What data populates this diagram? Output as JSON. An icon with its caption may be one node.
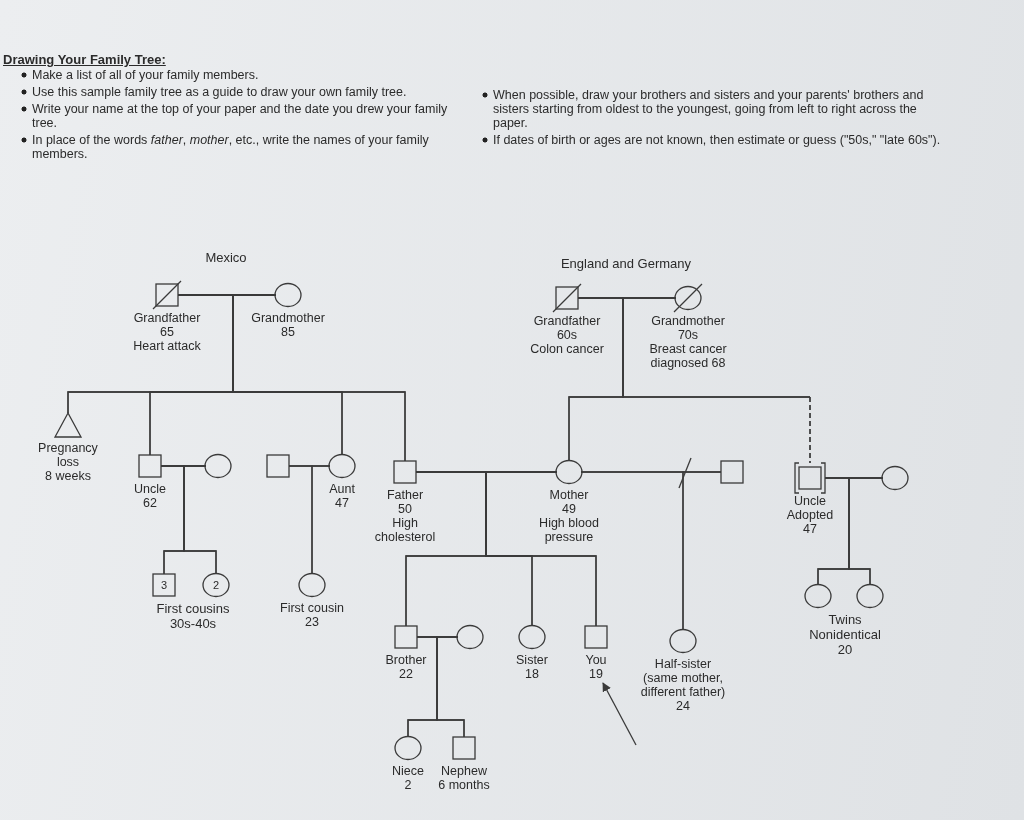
{
  "diagram": {
    "title": "Drawing Your Family Tree:",
    "nodes": [
      {
        "text": [
          "Grandfather",
          "65",
          "Heart attack"
        ]
      },
      {
        "text": [
          "Grandmother",
          "85"
        ]
      },
      {
        "text": [
          "Grandfather",
          "60s",
          "Colon cancer"
        ]
      },
      {
        "text": [
          "Grandmother",
          "70s",
          "Breast cancer diagnosed 68"
        ]
      },
      {
        "text": [
          "Pregnancy loss",
          "8 weeks"
        ]
      },
      {
        "text": [
          "Uncle",
          "62"
        ]
      },
      {
        "text": [],
        "shape": "circle"
      },
      {
        "text": [],
        "shape": "box"
      },
      {
        "text": [
          "Aunt",
          "47"
        ]
      },
      {
        "text": [
          "Father",
          "50",
          "High cholesterol"
        ]
      },
      {
        "text": [
          "Mother",
          "49",
          "High blood pressure"
        ]
      },
      {
        "text": [],
        "shape": "box"
      },
      {
        "text": [
          "Uncle",
          "Adopted",
          "47"
        ]
      },
      {
        "text": [],
        "shape": "circle"
      },
      {
        "text": [
          "3"
        ]
      },
      {
        "text": [
          "2"
        ]
      },
      {
        "text": [
          "First cousin",
          "23"
        ]
      },
      {
        "text": [
          "Brother",
          "22"
        ]
      },
      {
        "text": [],
        "shape": "circle"
      },
      {
        "text": [
          "Sister",
          "18"
        ]
      },
      {
        "text": [
          "You",
          "19"
        ]
      },
      {
        "text": [
          "Half-sister",
          "(same mother, different father)",
          "24"
        ]
      },
      {
        "text": [],
        "shape": "circle"
      },
      {
        "text": [],
        "shape": "circle"
      },
      {
        "text": [
          "Niece",
          "2"
        ]
      },
      {
        "text": [
          "Nephew",
          "6 months"
        ]
      }
    ],
    "edges": [
      {
        "from": 0,
        "to": 1,
        "arrow": "none"
      },
      {
        "from": 2,
        "to": 3,
        "arrow": "none"
      },
      {
        "from": 5,
        "to": 6,
        "arrow": "none"
      },
      {
        "from": 7,
        "to": 8,
        "arrow": "none"
      },
      {
        "from": 9,
        "to": 10,
        "arrow": "none"
      },
      {
        "from": 10,
        "to": 11,
        "arrow": "none"
      },
      {
        "from": 12,
        "to": 13,
        "arrow": "none"
      },
      {
        "from": 17,
        "to": 18,
        "arrow": "none"
      },
      {
        "from": 0,
        "to": 4,
        "arrow": "none"
      },
      {
        "from": 1,
        "to": 4,
        "arrow": "none"
      },
      {
        "from": 0,
        "to": 5,
        "arrow": "none"
      },
      {
        "from": 1,
        "to": 5,
        "arrow": "none"
      },
      {
        "from": 0,
        "to": 8,
        "arrow": "none"
      },
      {
        "from": 1,
        "to": 8,
        "arrow": "none"
      },
      {
        "from": 0,
        "to": 9,
        "arrow": "none"
      },
      {
        "from": 1,
        "to": 9,
        "arrow": "none"
      },
      {
        "from": 2,
        "to": 10,
        "arrow": "none"
      },
      {
        "from": 3,
        "to": 10,
        "arrow": "none"
      },
      {
        "from": 2,
        "to": 12,
        "arrow": "none",
        "style": "dashed"
      },
      {
        "from": 3,
        "to": 12,
        "arrow": "none",
        "style": "dashed"
      },
      {
        "from": 5,
        "to": 14,
        "arrow": "none"
      },
      {
        "from": 6,
        "to": 14,
        "arrow": "none"
      },
      {
        "from": 5,
        "to": 15,
        "arrow": "none"
      },
      {
        "from": 6,
        "to": 15,
        "arrow": "none"
      },
      {
        "from": 7,
        "to": 16,
        "arrow": "none"
      },
      {
        "from": 8,
        "to": 16,
        "arrow": "none"
      },
      {
        "from": 9,
        "to": 17,
        "arrow": "none"
      },
      {
        "from": 10,
        "to": 17,
        "arrow": "none"
      },
      {
        "from": 9,
        "to": 19,
        "arrow": "none"
      },
      {
        "from": 10,
        "to": 19,
        "arrow": "none"
      },
      {
        "from": 9,
        "to": 20,
        "arrow": "none"
      },
      {
        "from": 10,
        "to": 20,
        "arrow": "none"
      },
      {
        "from": 10,
        "to": 21,
        "arrow": "none"
      },
      {
        "from": 11,
        "to": 21,
        "arrow": "none"
      },
      {
        "from": 12,
        "to": 22,
        "arrow": "none"
      },
      {
        "from": 13,
        "to": 22,
        "arrow": "none"
      },
      {
        "from": 12,
        "to": 23,
        "arrow": "none"
      },
      {
        "from": 13,
        "to": 23,
        "arrow": "none"
      },
      {
        "from": 17,
        "to": 24,
        "arrow": "none"
      },
      {
        "from": 18,
        "to": 24,
        "arrow": "none"
      },
      {
        "from": 17,
        "to": 25,
        "arrow": "none"
      },
      {
        "from": 18,
        "to": 25,
        "arrow": "none"
      },
      {
        "from": null,
        "to": 20,
        "arrow": "to"
      }
    ],
    "labels": [
      "Make a list of all of your family members.",
      "Use this sample family tree as a guide to draw your own family tree.",
      "Write your name at the top of your paper and the date you drew your family tree.",
      "In place of the words *father*, *mother*, etc., write the names of your family members.",
      "When possible, draw your brothers and sisters and your parents' brothers and sisters starting from oldest to the youngest, going from left to right across the paper.",
      "If dates of birth or ages are not known, then estimate or guess (\"50s,\" \"late 60s\").",
      "Mexico",
      "England and Germany",
      "First cousins 30s-40s",
      "Twins Nonidentical 20"
    ]
  }
}
